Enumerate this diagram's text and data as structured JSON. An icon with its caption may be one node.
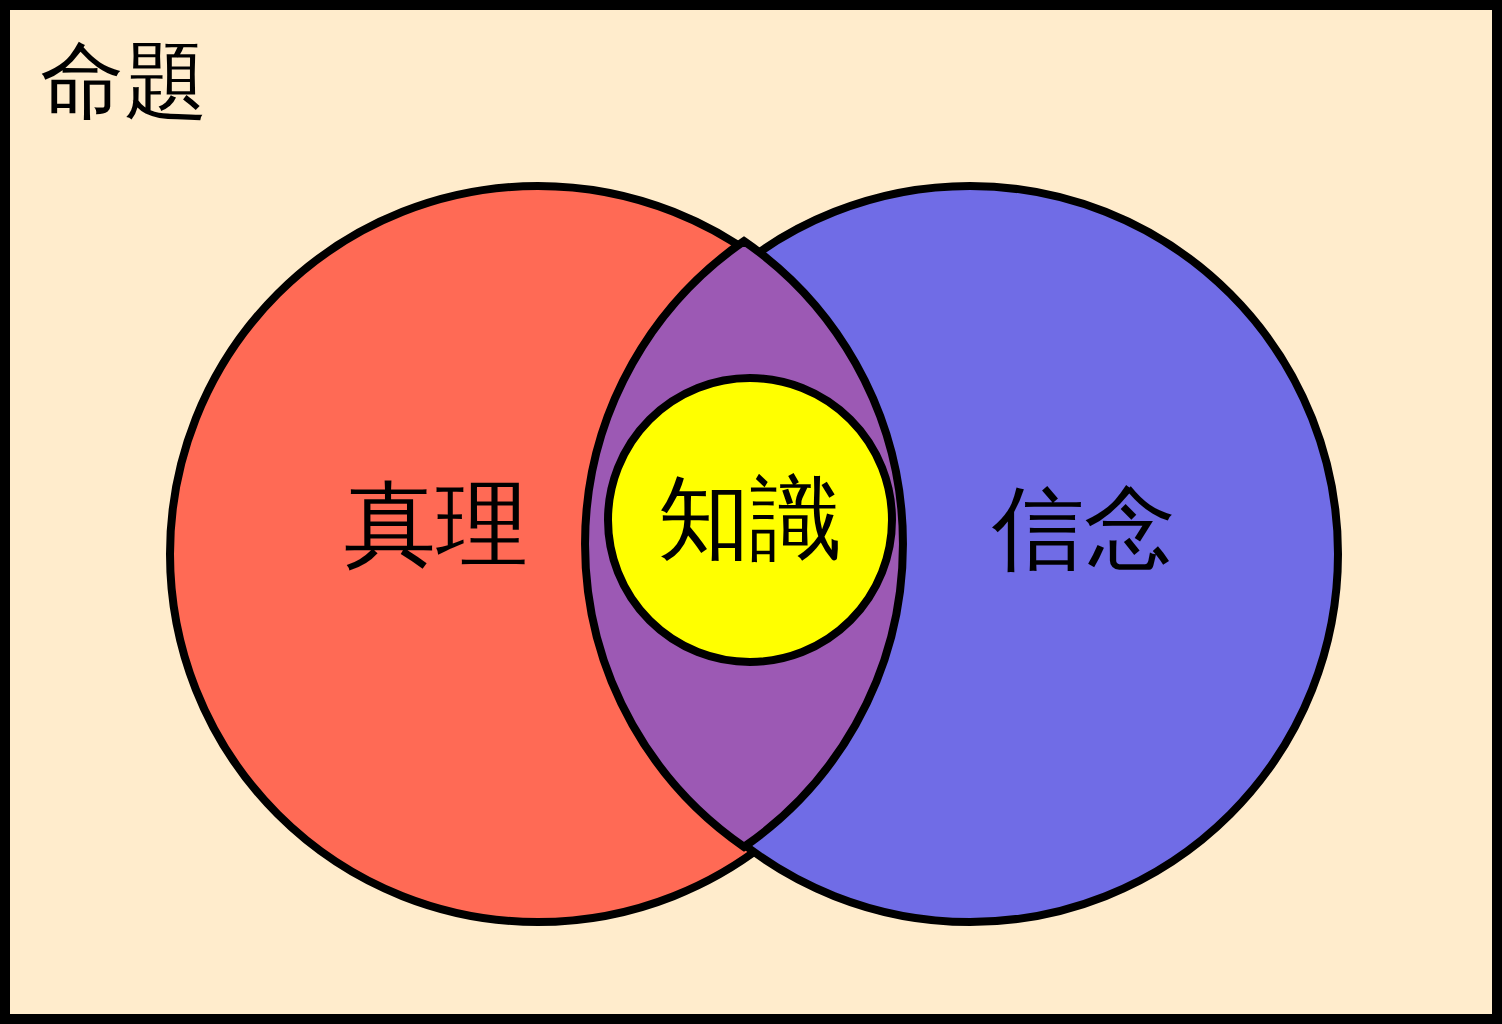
{
  "diagram": {
    "nodes": [
      {
        "text": [
          "命題"
        ]
      },
      {
        "text": [
          "真理"
        ],
        "in": 0
      },
      {
        "text": [
          "信念"
        ],
        "in": 0
      },
      {
        "text": [
          "知識"
        ]
      }
    ]
  }
}
